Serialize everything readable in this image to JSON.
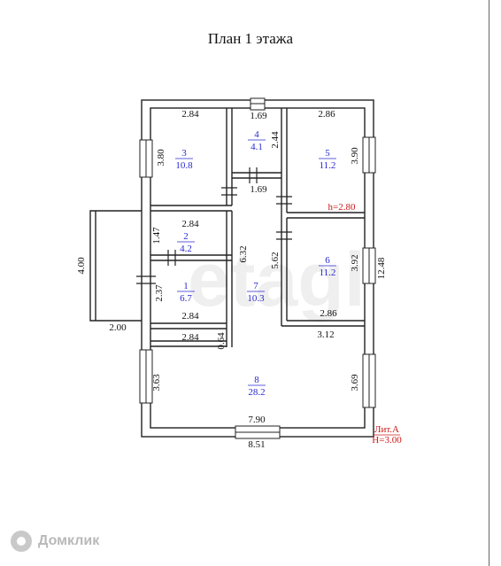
{
  "title": "План 1 этажа",
  "watermark": "etagi",
  "brand": "Домклик",
  "rooms": [
    {
      "num": "1",
      "area": "6.7"
    },
    {
      "num": "2",
      "area": "4.2"
    },
    {
      "num": "3",
      "area": "10.8"
    },
    {
      "num": "4",
      "area": "4.1"
    },
    {
      "num": "5",
      "area": "11.2"
    },
    {
      "num": "6",
      "area": "11.2"
    },
    {
      "num": "7",
      "area": "10.3"
    },
    {
      "num": "8",
      "area": "28.2"
    }
  ],
  "dimensions": {
    "r3_width": "2.84",
    "r3_height": "3.80",
    "r4_width_top": "1.69",
    "r4_height": "2.44",
    "corridor_width": "1.69",
    "r5_width": "2.86",
    "r5_height": "3.90",
    "r2_width": "2.84",
    "r2_height": "1.47",
    "r1_height": "2.37",
    "r1_width": "2.84",
    "hall_height": "6.32",
    "r6_height": "5.62",
    "r6_side": "3.92",
    "r6_width": "2.86",
    "r6_bottom": "3.12",
    "overall_depth": "12.48",
    "porch_depth": "4.00",
    "porch_width": "2.00",
    "r8_top_left": "2.84",
    "wall_gap": "0.64",
    "r8_left_height": "3.63",
    "r8_right_height": "3.69",
    "r8_width": "7.90",
    "overall_width": "8.51"
  },
  "notes": {
    "ceiling_label": "h=2.80",
    "lit_label": "Лит.А",
    "height_label": "Н=3.00"
  },
  "colors": {
    "wall": "#222222",
    "room_number": "#2a2ad0",
    "accent_red": "#d01818"
  }
}
